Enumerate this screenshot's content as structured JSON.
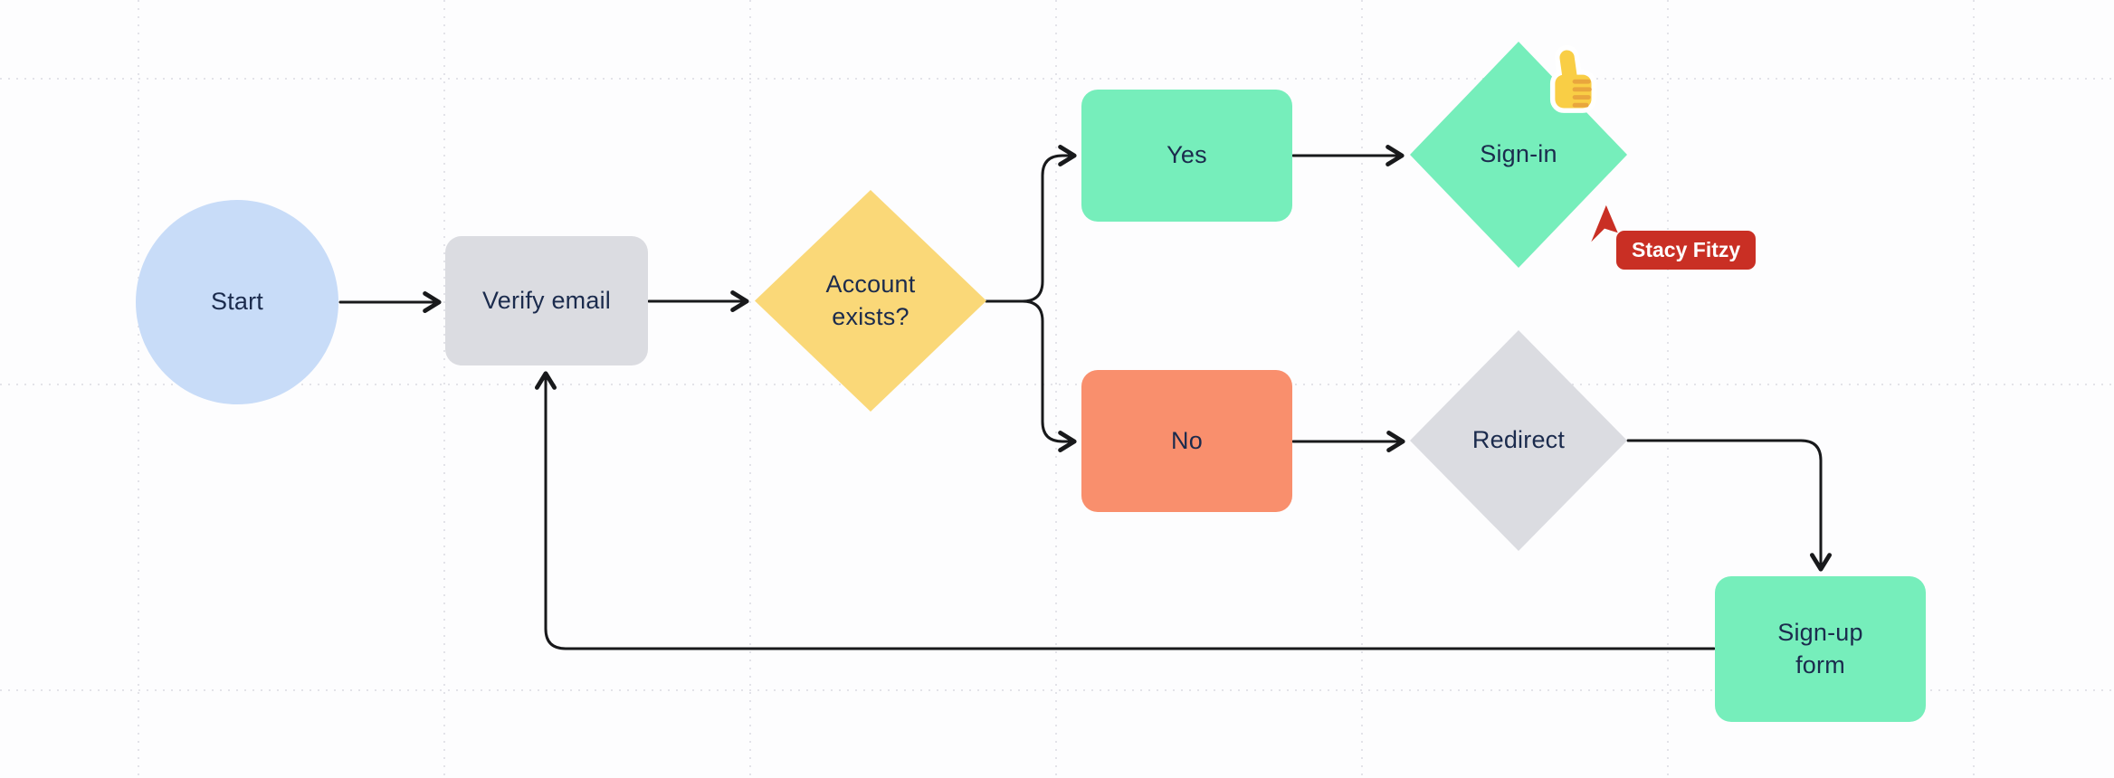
{
  "canvas": {
    "background": "#FDFDFE",
    "grid_color": "#E3E3E9"
  },
  "colors": {
    "connector": "#18191B",
    "label_text": "#1B2B4D",
    "presence_red": "#C92F24"
  },
  "flowchart": {
    "nodes": [
      {
        "id": "start",
        "label": "Start",
        "shape": "ellipse",
        "color": "#C8DCF8"
      },
      {
        "id": "verify-email",
        "label": "Verify email",
        "shape": "rounded-rect",
        "color": "#DBDCE1"
      },
      {
        "id": "account-exists",
        "label": "Account exists?",
        "shape": "diamond",
        "color": "#FAD878"
      },
      {
        "id": "yes",
        "label": "Yes",
        "shape": "rounded-rect",
        "color": "#76EEBB"
      },
      {
        "id": "sign-in",
        "label": "Sign-in",
        "shape": "diamond",
        "color": "#76EEBB"
      },
      {
        "id": "no",
        "label": "No",
        "shape": "rounded-rect",
        "color": "#F98F6D"
      },
      {
        "id": "redirect",
        "label": "Redirect",
        "shape": "diamond",
        "color": "#DBDCE1"
      },
      {
        "id": "sign-up-form",
        "label": "Sign-up form",
        "shape": "rounded-rect",
        "color": "#76EEBB"
      }
    ],
    "edges": [
      {
        "from": "start",
        "to": "verify-email"
      },
      {
        "from": "verify-email",
        "to": "account-exists"
      },
      {
        "from": "account-exists",
        "to": "yes"
      },
      {
        "from": "account-exists",
        "to": "no"
      },
      {
        "from": "yes",
        "to": "sign-in"
      },
      {
        "from": "no",
        "to": "redirect"
      },
      {
        "from": "redirect",
        "to": "sign-up-form"
      },
      {
        "from": "sign-up-form",
        "to": "verify-email"
      }
    ],
    "sticker": {
      "type": "thumbs-up",
      "attached_to": "sign-in"
    },
    "collaborator": {
      "name": "Stacy Fitzy",
      "color": "#C92F24"
    }
  }
}
